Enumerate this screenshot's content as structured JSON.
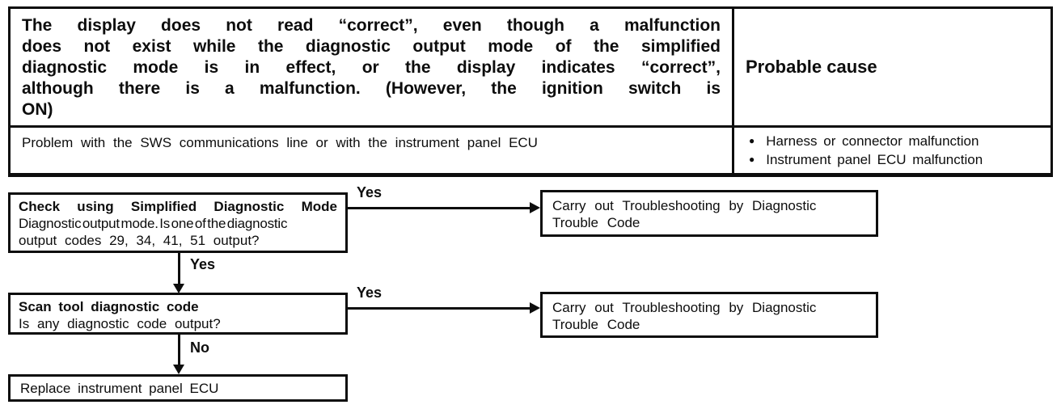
{
  "ui": {
    "bullet_glyph": "●"
  },
  "colors": {
    "ink": "#0d0d0d",
    "paper": "#ffffff"
  },
  "table": {
    "problem_title_lines": [
      "The display does not read “correct”, even though a malfunction",
      "does not exist while the diagnostic output mode of the simplified",
      "diagnostic mode is in effect, or the display indicates “correct”,",
      "although there is a malfunction. (However, the ignition switch is",
      "ON)"
    ],
    "probable_cause_header": "Probable cause",
    "problem_detail": "Problem with the SWS communications line or with the instrument panel ECU",
    "causes": [
      "Harness or connector malfunction",
      "Instrument panel ECU malfunction"
    ]
  },
  "flowchart": {
    "box1": {
      "title": "Check using Simplified Diagnostic Mode",
      "body_line1": "Diagnostic output mode. Is one of the diagnostic",
      "body_line2": "output codes 29, 34, 41, 51 output?"
    },
    "label_yes_right_1": "Yes",
    "label_yes_down": "Yes",
    "action1": "Carry out Troubleshooting by Diagnostic Trouble Code",
    "box2": {
      "title": "Scan tool diagnostic code",
      "body": "Is any diagnostic code output?"
    },
    "label_yes_right_2": "Yes",
    "label_no_down": "No",
    "action2": "Carry out Troubleshooting by Diagnostic Trouble Code",
    "box3": {
      "text": "Replace instrument panel ECU"
    }
  }
}
